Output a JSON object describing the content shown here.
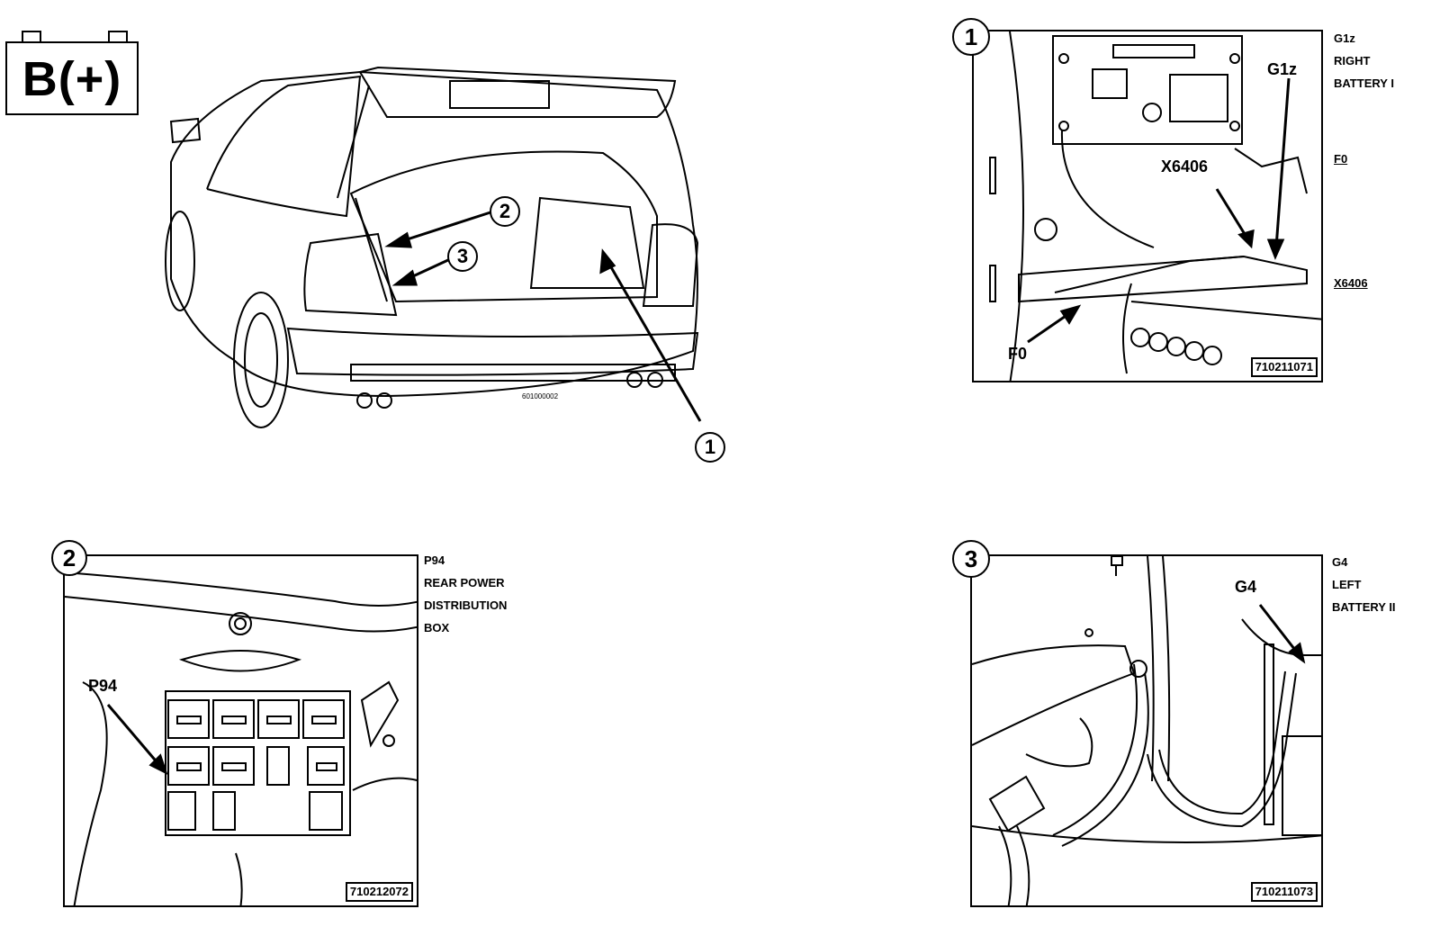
{
  "battery_symbol": {
    "label": "B(+)"
  },
  "car_view": {
    "callouts": [
      "1",
      "2",
      "3"
    ],
    "image_code": "601000002"
  },
  "panel_1": {
    "number": "1",
    "labels": {
      "g1z": "G1z",
      "x6406": "X6406",
      "f0": "F0"
    },
    "image_code": "710211071",
    "side_text": [
      "G1z",
      "RIGHT",
      "BATTERY I",
      "F0",
      "X6406"
    ]
  },
  "panel_2": {
    "number": "2",
    "labels": {
      "p94": "P94"
    },
    "image_code": "710212072",
    "side_text": [
      "P94",
      "REAR POWER",
      "DISTRIBUTION",
      "BOX"
    ]
  },
  "panel_3": {
    "number": "3",
    "labels": {
      "g4": "G4"
    },
    "image_code": "710211073",
    "side_text": [
      "G4",
      "LEFT",
      "BATTERY II"
    ]
  }
}
